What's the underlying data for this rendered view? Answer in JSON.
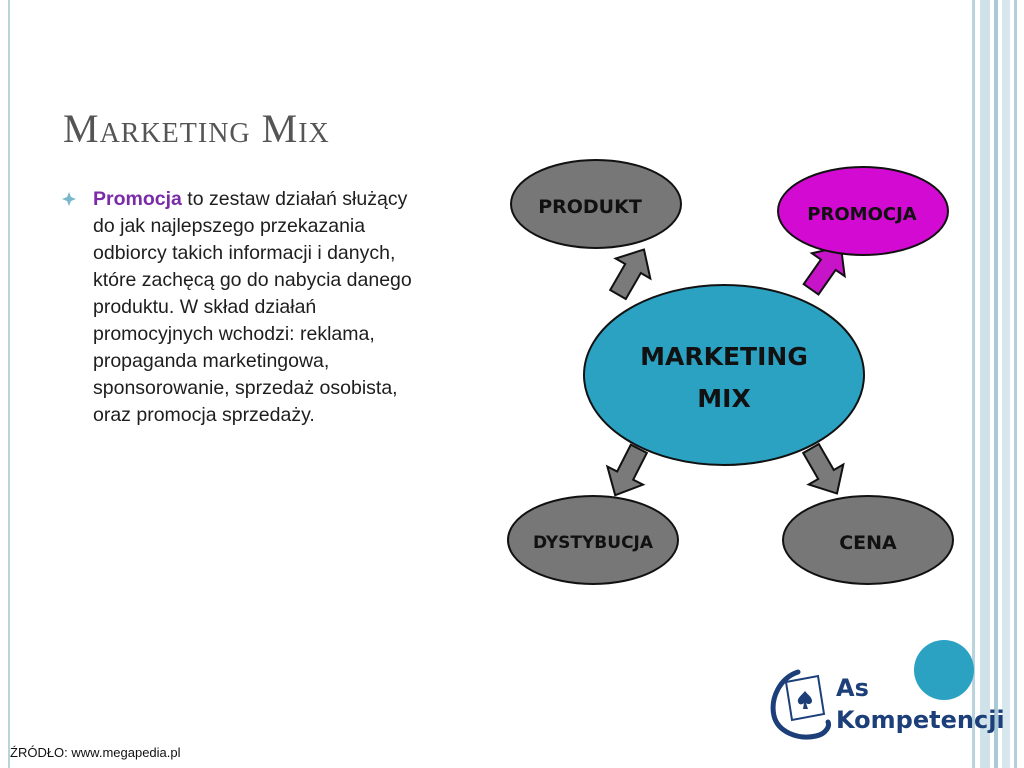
{
  "slide": {
    "title": "Marketing Mix",
    "keyword": "Promocja",
    "body": " to zestaw działań służący do jak najlepszego przekazania odbiorcy takich informacji i danych, które zachęcą go do nabycia danego produktu. W skład działań promocyjnych wchodzi: reklama, propaganda marketingowa, sponsorowanie, sprzedaż osobista, oraz promocja sprzedaży.",
    "source": "ŹRÓDŁO: www.megapedia.pl"
  },
  "diagram": {
    "center": {
      "line1": "MARKETING",
      "line2": "MIX",
      "color": "#2ba2c2"
    },
    "nodes": {
      "produkt": {
        "label": "PRODUKT",
        "color": "#777777"
      },
      "promocja": {
        "label": "PROMOCJA",
        "color": "#d20ad2"
      },
      "dystrybucja": {
        "label": "DYSTYBUCJA",
        "color": "#777777"
      },
      "cena": {
        "label": "CENA",
        "color": "#777777"
      }
    },
    "arrow_gray": "#7a7a7a",
    "arrow_highlight": "#c814c8"
  },
  "logo": {
    "line1": "As",
    "line2": "Kompetencji"
  },
  "colors": {
    "accent": "#2ba2c2",
    "brand": "#1c3f7a",
    "keyword": "#7a2ba8"
  }
}
